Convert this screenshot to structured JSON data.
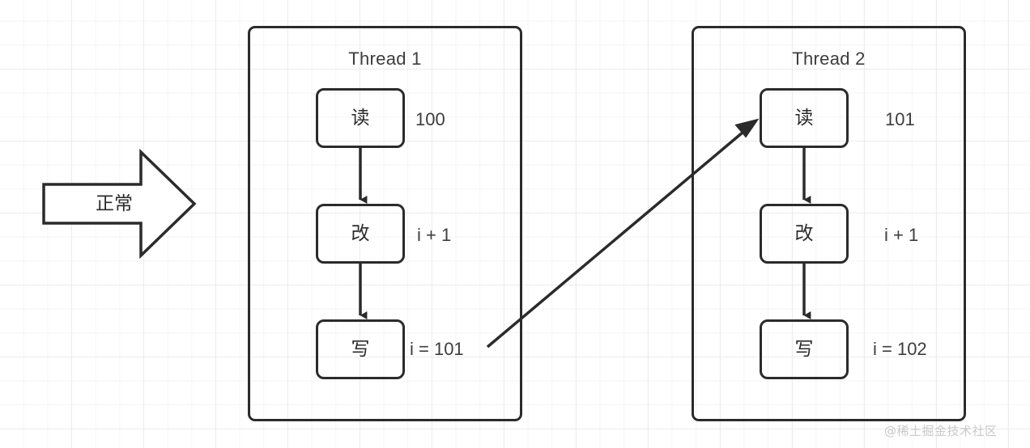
{
  "diagram": {
    "title_hidden": "",
    "stroke_color": "#2b2b2b",
    "text_color": "#3d3d3d",
    "background": "#ffffff",
    "grid_color": "#ececec"
  },
  "legend_arrow": {
    "label": "正常",
    "name": "normal-flow-arrow"
  },
  "threads": [
    {
      "title": "Thread 1",
      "steps": [
        {
          "box_label": "读",
          "value": "100"
        },
        {
          "box_label": "改",
          "value": "i + 1"
        },
        {
          "box_label": "写",
          "value": "i = 101"
        }
      ]
    },
    {
      "title": "Thread 2",
      "steps": [
        {
          "box_label": "读",
          "value": "101"
        },
        {
          "box_label": "改",
          "value": "i + 1"
        },
        {
          "box_label": "写",
          "value": "i = 102"
        }
      ]
    }
  ],
  "cross_arrow": {
    "from": "thread1-write",
    "to": "thread2-read",
    "description": ""
  },
  "watermark": {
    "text": "@稀土掘金技术社区"
  }
}
